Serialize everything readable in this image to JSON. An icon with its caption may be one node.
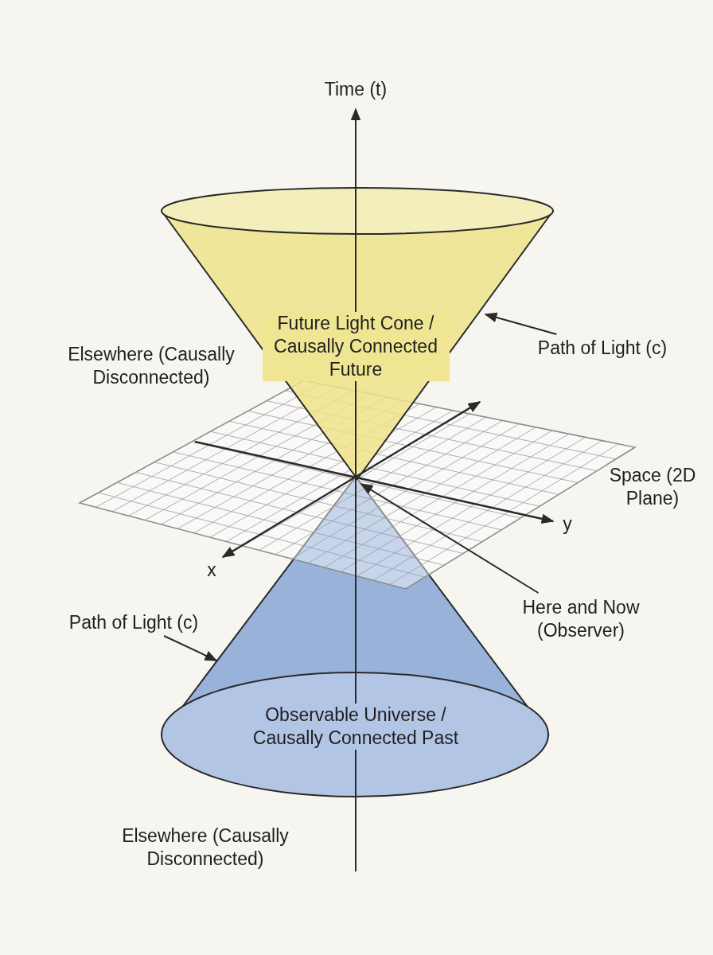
{
  "diagram": {
    "nodes": [
      {
        "text": [
          "Future Light Cone / Causally Connected Future"
        ]
      },
      {
        "text": [
          "Observable Universe / Causally Connected Past"
        ]
      },
      {
        "text": [
          "Path of Light (c)"
        ]
      },
      {
        "text": [
          "Path of Light (c)"
        ]
      },
      {
        "text": [
          "Here and Now (Observer)"
        ]
      }
    ],
    "edges": [
      {
        "from": 2,
        "to": 0,
        "arrow": "to"
      },
      {
        "from": 3,
        "to": 1,
        "arrow": "to"
      },
      {
        "from": 4,
        "to": 1,
        "arrow": "to"
      }
    ],
    "labels": [
      "Time (t)",
      "Elsewhere (Causally Disconnected)",
      "Space (2D Plane)",
      "y",
      "x",
      "Elsewhere (Causally Disconnected)"
    ]
  }
}
